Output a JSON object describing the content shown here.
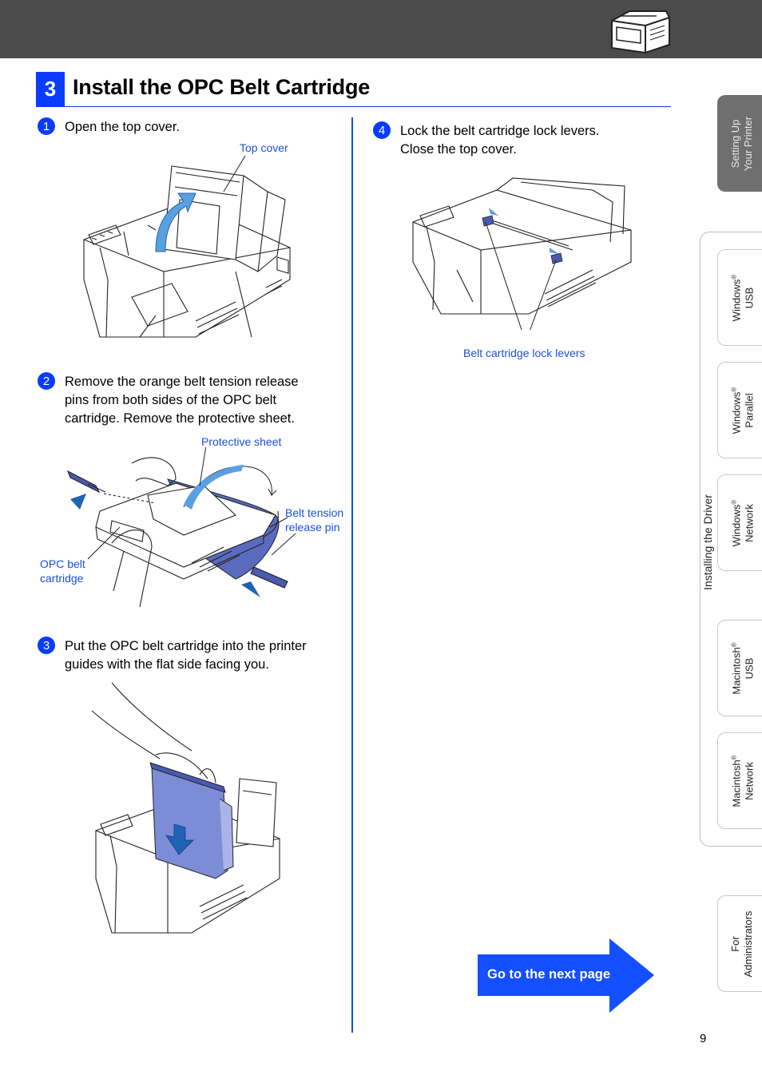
{
  "section": {
    "number": "3",
    "title": "Install the OPC Belt Cartridge"
  },
  "steps": [
    {
      "badge": "1",
      "lines": [
        "Open the top cover."
      ]
    },
    {
      "badge": "2",
      "lines": [
        "Remove the orange belt tension release",
        "pins from both sides of the OPC belt",
        "cartridge. Remove the protective sheet."
      ]
    },
    {
      "badge": "3",
      "lines": [
        "Put the OPC belt cartridge into the printer",
        "guides with the flat side facing you."
      ]
    },
    {
      "badge": "4",
      "lines": [
        "Lock the belt cartridge lock levers.",
        "Close the top cover."
      ]
    }
  ],
  "callouts": {
    "top_cover": "Top cover",
    "protective_sheet": "Protective sheet",
    "belt_tension_1": "Belt tension",
    "belt_tension_2": "release pin",
    "opc_belt_1": "OPC belt",
    "opc_belt_2": "cartridge",
    "lock_levers": "Belt cartridge lock levers"
  },
  "next_button": {
    "label": "Go to the next page"
  },
  "page_number": "9",
  "sidebar": {
    "group_label": "Installing the Driver",
    "tabs": [
      {
        "line1": "Setting Up",
        "line2": "Your Printer",
        "active": true
      },
      {
        "line1": "Windows",
        "line2": "USB",
        "reg": "®"
      },
      {
        "line1": "Windows",
        "line2": "Parallel",
        "reg": "®"
      },
      {
        "line1": "Windows",
        "line2": "Network",
        "reg": "®"
      },
      {
        "line1": "Macintosh",
        "line2": "USB",
        "reg": "®"
      },
      {
        "line1": "Macintosh",
        "line2": "Network",
        "reg": "®"
      },
      {
        "line1": "For",
        "line2": "Administrators"
      }
    ]
  },
  "colors": {
    "accent": "#0a3cff",
    "header_bar": "#4b4b4b",
    "callout": "#1a4fe0"
  }
}
